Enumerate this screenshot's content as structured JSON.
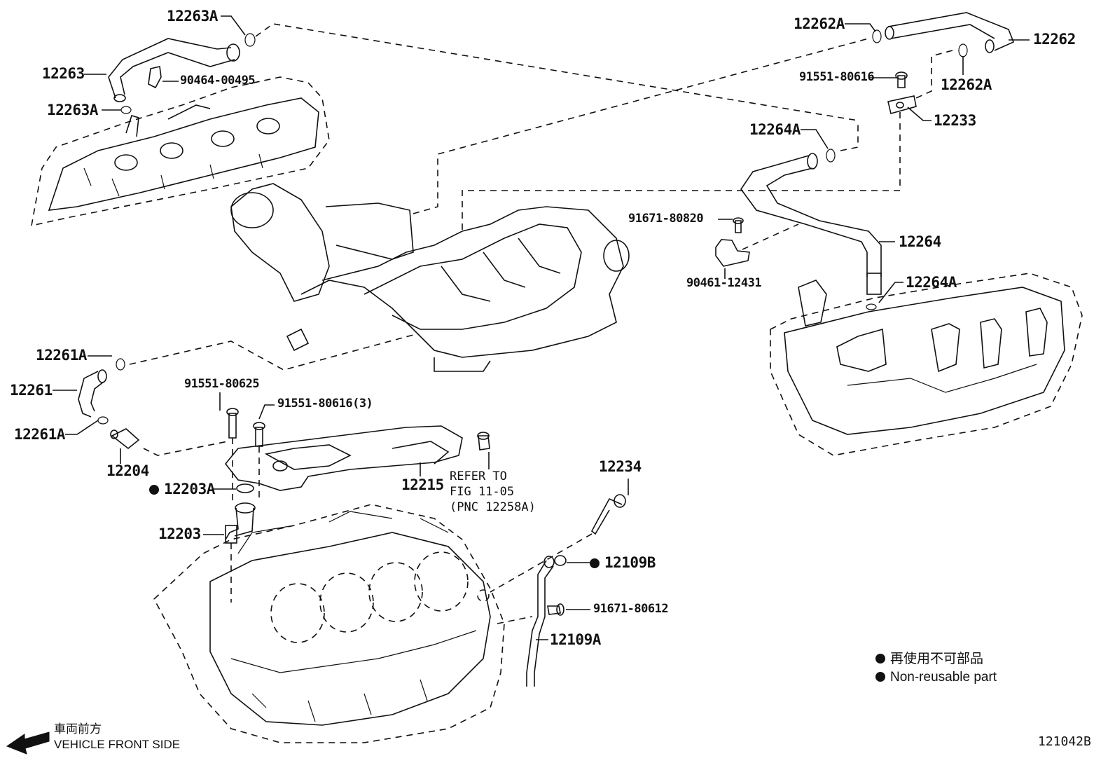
{
  "diagram": {
    "figure_id": "121042B",
    "callouts": {
      "c12263A_top": "12263A",
      "c12263": "12263",
      "c90464": "90464-00495",
      "c12263A_bot": "12263A",
      "c12262A_left": "12262A",
      "c12262": "12262",
      "c91551_80616_top": "91551-80616",
      "c12262A_right": "12262A",
      "c12233": "12233",
      "c12264A_top": "12264A",
      "c91671_80820": "91671-80820",
      "c12264": "12264",
      "c90461": "90461-12431",
      "c12264A_bot": "12264A",
      "c12261A_top": "12261A",
      "c12261": "12261",
      "c12261A_bot": "12261A",
      "c12204": "12204",
      "c91551_80625": "91551-80625",
      "c91551_80616_3": "91551-80616(3)",
      "c12215": "12215",
      "c12203A": "12203A",
      "c12203": "12203",
      "c12234": "12234",
      "c12109B": "12109B",
      "c91671_80612": "91671-80612",
      "c12109A": "12109A"
    },
    "refer_note": "REFER TO\nFIG 11-05\n(PNC 12258A)",
    "legend": {
      "line_jp": "再使用不可部品",
      "line_en": "Non-reusable part"
    },
    "vehicle_front": {
      "line_jp": "車両前方",
      "line_en": "VEHICLE FRONT SIDE"
    }
  }
}
